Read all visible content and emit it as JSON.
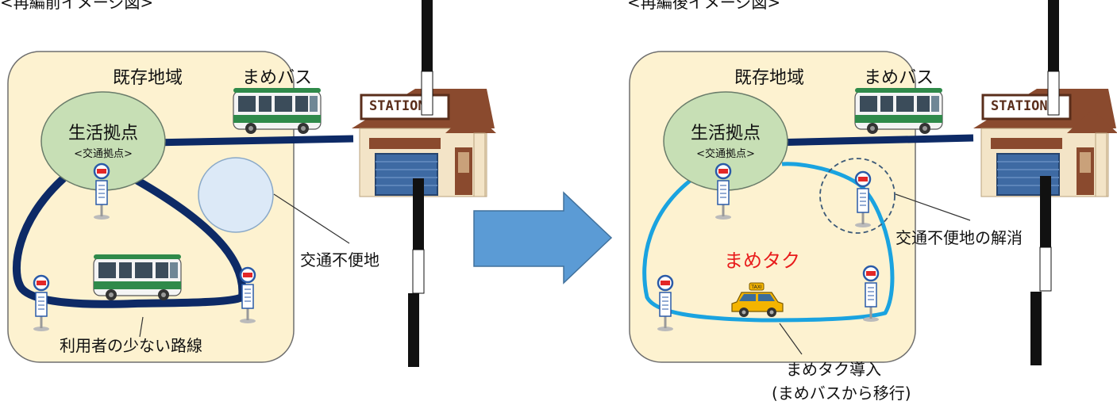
{
  "left": {
    "heading": "<再編前イメージ図>",
    "area_label": "既存地域",
    "hub_title": "生活拠点",
    "hub_sub": "<交通拠点>",
    "bus_label": "まめバス",
    "station_sign": "STATION",
    "inconvenient_label": "交通不便地",
    "low_use_label": "利用者の少ない路線"
  },
  "right": {
    "heading": "<再編後イメージ図>",
    "area_label": "既存地域",
    "hub_title": "生活拠点",
    "hub_sub": "<交通拠点>",
    "bus_label": "まめバス",
    "station_sign": "STATION",
    "resolved_label": "交通不便地の解消",
    "taxi_label": "まめタク",
    "taxi_label_color": "#e81c1c",
    "taxi_sign": "TAXI",
    "intro_line1": "まめタク導入",
    "intro_line2": "(まめバスから移行)"
  },
  "colors": {
    "area_fill": "#fdf2d0",
    "hub_fill": "#c7dfb5",
    "bus_route": "#0d2a66",
    "taxi_route": "#1aa3e0",
    "inconvenient_fill": "#dce9f7",
    "arrow_fill": "#5b9bd5"
  }
}
